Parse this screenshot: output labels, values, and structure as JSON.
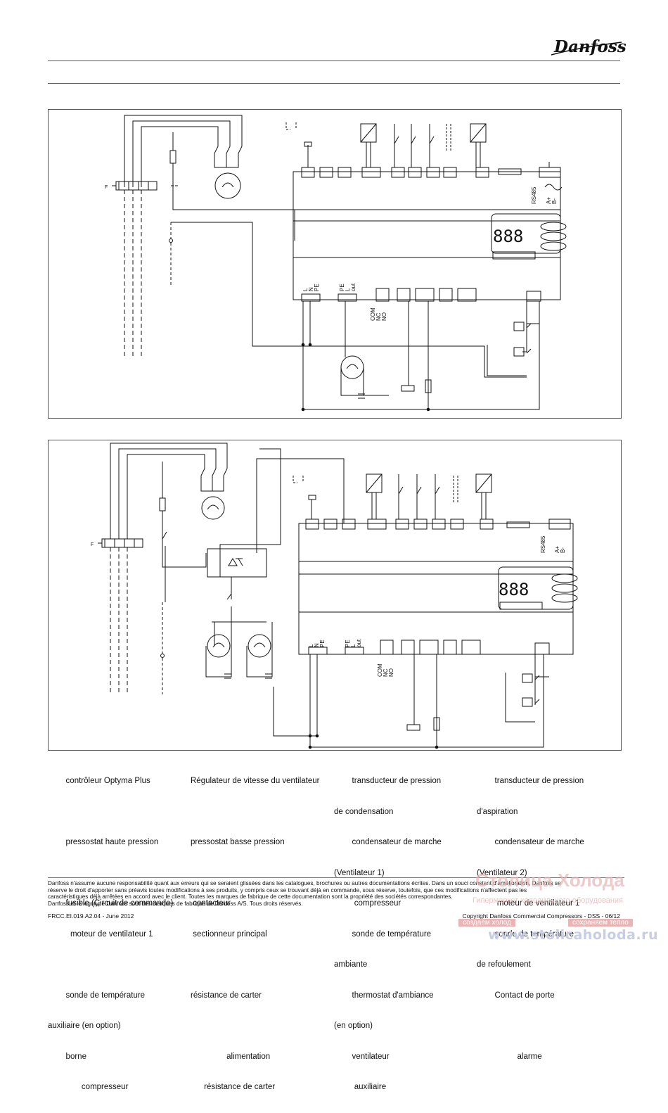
{
  "brand": {
    "logo_text": "Danfoss"
  },
  "diagram1": {
    "labels": {
      "rs485": "RS485",
      "a_plus": "A+",
      "b_minus": "B-",
      "l": "L",
      "n": "N",
      "pe": "PE",
      "pe2": "PE",
      "l2": "L",
      "out": "out",
      "com": "COM",
      "nc": "NC",
      "no": "NO"
    }
  },
  "diagram2": {
    "labels": {
      "rs485": "RS485",
      "a_plus": "A+",
      "b_minus": "B-",
      "l": "L",
      "n": "N",
      "pe": "PE",
      "pe2": "PE",
      "l2": "L",
      "out": "out",
      "com": "COM",
      "nc": "NC",
      "no": "NO"
    }
  },
  "legend": {
    "c1": [
      "        contrôleur Optyma Plus",
      "",
      "        pressostat haute pression",
      "",
      "        fusible (Circuit de commande)",
      "          moteur de ventilateur 1",
      "",
      "        sonde de température",
      "auxiliaire (en option)",
      "        borne",
      "               compresseur"
    ],
    "c2": [
      "Régulateur de vitesse du ventilateur",
      "",
      "pressostat basse pression",
      "",
      " contacteur",
      " sectionneur principal",
      "",
      "résistance de carter",
      "",
      "                alimentation",
      "      résistance de carter"
    ],
    "c3": [
      "        transducteur de pression",
      "de condensation",
      "        condensateur de marche",
      "(Ventilateur 1)",
      "         compresseur",
      "        sonde de température",
      "ambiante",
      "        thermostat d'ambiance",
      "(en option)",
      "        ventilateur",
      "         auxiliaire"
    ],
    "c4": [
      "        transducteur de pression",
      "d'aspiration",
      "        condensateur de marche",
      "(Ventilateur 2)",
      "         moteur de ventilateur 1",
      "        sonde de température",
      "de refoulement",
      "        Contact de porte",
      "",
      "                  alarme",
      ""
    ]
  },
  "disclaimer": [
    "Danfoss n'assume aucune responsabilité quant aux erreurs qui se seraient glissées dans les catalogues, brochures ou autres documentations écrites. Dans un souci constant d'amélioration, Danfoss se",
    "réserve le droit d'apporter sans préavis toutes modifications à ses produits, y compris ceux se trouvant déjà en commande, sous réserve, toutefois, que ces modifications n'affectent pas les",
    "caractéristiques déjà arrêtées en accord avec le client. Toutes les marques de fabrique de cette documentation sont la propriété des sociétés correspondantes.",
    "Danfoss et le logotype Danfoss sont des marques de fabrique de Danfoss A/S. Tous droits réservés."
  ],
  "footer": {
    "doc_ref": "FRCC.EI.019.A2.04 - June 2012",
    "copyright": "Copyright Danfoss Commercial Compressors - DSS - 06/12"
  },
  "watermark": {
    "brand": "Столица Холода",
    "tagline": "Гипермаркет холодильного оборудования",
    "slogan_left": "создаём холод",
    "slogan_right": "сохраняем тепло",
    "url": "www.stolicaholoda.ru"
  }
}
